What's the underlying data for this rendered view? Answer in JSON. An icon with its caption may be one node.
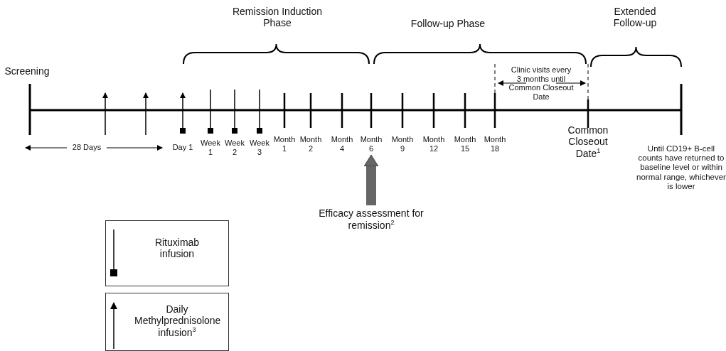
{
  "diagram": {
    "nodes": [
      {
        "text": [
          "Efficacy assessment for remission$^{2}$"
        ]
      },
      {
        "text": [
          "Month 6"
        ]
      }
    ],
    "edges": [
      {
        "from": 0,
        "to": 1,
        "arrow": "to"
      }
    ],
    "labels": [
      "Remission Induction Phase",
      "Follow-up Phase",
      "Extended Follow-up",
      "Screening",
      "Clinic visits every 3 months until Common Closeout Date",
      "28 Days",
      "Day 1",
      "Week 1",
      "Week 2",
      "Week 3",
      "Month 1",
      "Month 2",
      "Month 4",
      "Month 9",
      "Month 12",
      "Month 15",
      "Month 18",
      "Common Closeout Date$^{1}$",
      "Until CD19+ B-cell counts have returned to baseline level or within normal range, whichever is lower"
    ],
    "legend": [
      {
        "text": "Rituximab infusion"
      },
      {
        "text": "Daily Methylprednisolone infusion$^{3}$"
      }
    ]
  }
}
